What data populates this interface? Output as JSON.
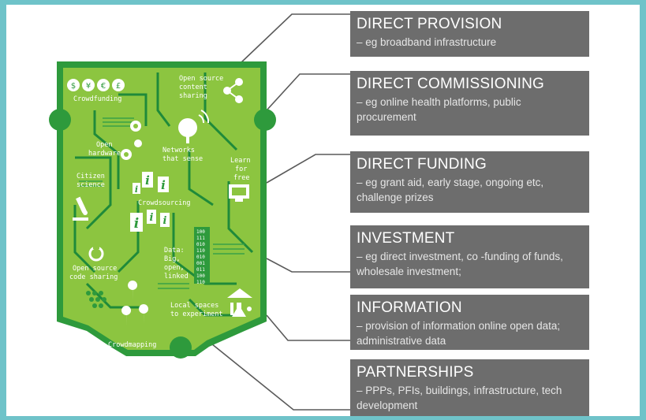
{
  "categories": [
    {
      "title": "DIRECT PROVISION",
      "description": "– eg broadband  infrastructure"
    },
    {
      "title": "DIRECT COMMISSIONING",
      "description": "– eg online health platforms,  public procurement"
    },
    {
      "title": "DIRECT FUNDING",
      "description": "– eg grant aid,  early stage,  ongoing etc, challenge prizes"
    },
    {
      "title": "INVESTMENT",
      "description": "– eg direct investment,  co  -funding of funds, wholesale investment;"
    },
    {
      "title": "INFORMATION",
      "description": "– provision of information  online open data; administrative data"
    },
    {
      "title": "PARTNERSHIPS",
      "description": "– PPPs, PFIs, buildings, infrastructure, tech development"
    }
  ],
  "board": {
    "crowdfunding": "Crowdfunding",
    "currency": [
      "$",
      "¥",
      "€",
      "£"
    ],
    "oss_content_1": "Open source",
    "oss_content_2": "content",
    "oss_content_3": "sharing",
    "open_hw_1": "Open",
    "open_hw_2": "hardware",
    "networks_1": "Networks",
    "networks_2": "that sense",
    "learn_1": "Learn",
    "learn_2": "for",
    "learn_3": "free",
    "citizen_1": "Citizen",
    "citizen_2": "science",
    "crowdsourcing": "Crowdsourcing",
    "i_letter": "i",
    "data_1": "Data:",
    "data_2": "Big,",
    "data_3": "open,",
    "data_4": "linked",
    "binary": [
      "100",
      "111",
      "010",
      "110",
      "010",
      "001",
      "011",
      "100",
      "110"
    ],
    "oss_code_1": "Open source",
    "oss_code_2": "code sharing",
    "local_1": "Local spaces",
    "local_2": "to experiment",
    "crowdmapping": "Crowdmapping"
  },
  "colors": {
    "frame": "#6fc3c9",
    "board_outer": "#2e9a3c",
    "board_inner": "#8cc540",
    "trace": "#1f8a3a",
    "box": "#6d6d6d"
  }
}
